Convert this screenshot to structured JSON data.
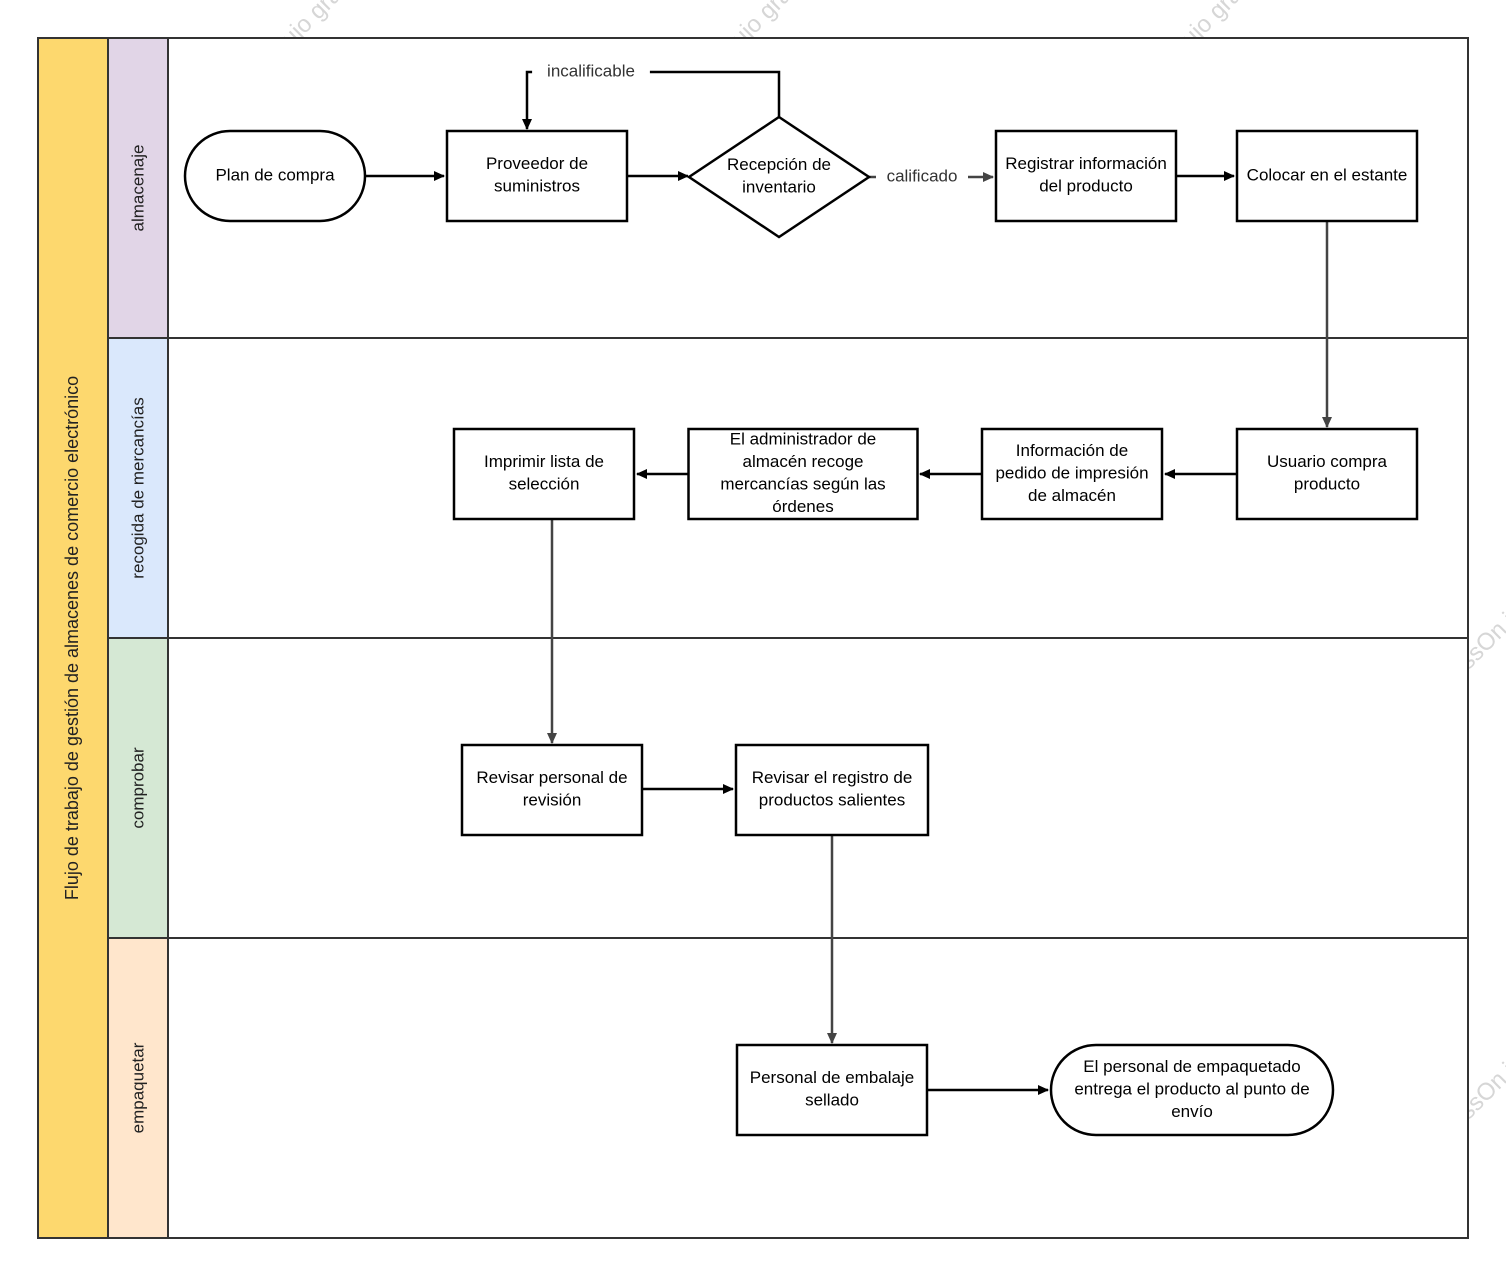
{
  "pool": {
    "title": "Flujo de trabajo de gestión de almacenes de comercio electrónico",
    "color": "#fdd86e"
  },
  "lanes": [
    {
      "id": "almacenaje",
      "label": "almacenaje",
      "color": "#e1d5e7"
    },
    {
      "id": "recogida",
      "label": "recogida de mercancías",
      "color": "#dae8fc"
    },
    {
      "id": "comprobar",
      "label": "comprobar",
      "color": "#d5e8d4"
    },
    {
      "id": "empaquetar",
      "label": "empaquetar",
      "color": "#ffe6cc"
    }
  ],
  "nodes": [
    {
      "id": "plan",
      "shape": "terminal",
      "lines": [
        "Plan de compra"
      ]
    },
    {
      "id": "proveedor",
      "shape": "process",
      "lines": [
        "Proveedor de",
        "suministros"
      ]
    },
    {
      "id": "recepcion",
      "shape": "decision",
      "lines": [
        "Recepción de",
        "inventario"
      ]
    },
    {
      "id": "registrar",
      "shape": "process",
      "lines": [
        "Registrar información",
        "del producto"
      ]
    },
    {
      "id": "colocar",
      "shape": "process",
      "lines": [
        "Colocar en el estante"
      ]
    },
    {
      "id": "usuario",
      "shape": "process",
      "lines": [
        "Usuario compra",
        "producto"
      ]
    },
    {
      "id": "informacion",
      "shape": "process",
      "lines": [
        "Información de",
        "pedido de impresión",
        "de almacén"
      ]
    },
    {
      "id": "administrador",
      "shape": "process",
      "lines": [
        "El administrador de",
        "almacén recoge",
        "mercancías según las",
        "órdenes"
      ]
    },
    {
      "id": "imprimir",
      "shape": "process",
      "lines": [
        "Imprimir lista de",
        "selección"
      ]
    },
    {
      "id": "revisar_personal",
      "shape": "process",
      "lines": [
        "Revisar personal de",
        "revisión"
      ]
    },
    {
      "id": "revisar_registro",
      "shape": "process",
      "lines": [
        "Revisar el registro de",
        "productos salientes"
      ]
    },
    {
      "id": "embalaje",
      "shape": "process",
      "lines": [
        "Personal de embalaje",
        "sellado"
      ]
    },
    {
      "id": "entrega",
      "shape": "terminal",
      "lines": [
        "El personal de empaquetado",
        "entrega el producto al punto de",
        "envío"
      ]
    }
  ],
  "edges": [
    {
      "id": "e1",
      "from": "plan",
      "to": "proveedor",
      "label": ""
    },
    {
      "id": "e2",
      "from": "proveedor",
      "to": "recepcion",
      "label": ""
    },
    {
      "id": "e3",
      "from": "recepcion",
      "to": "proveedor",
      "label": "incalificable"
    },
    {
      "id": "e4",
      "from": "recepcion",
      "to": "registrar",
      "label": "calificado"
    },
    {
      "id": "e5",
      "from": "registrar",
      "to": "colocar",
      "label": ""
    },
    {
      "id": "e6",
      "from": "colocar",
      "to": "usuario",
      "label": ""
    },
    {
      "id": "e7",
      "from": "usuario",
      "to": "informacion",
      "label": ""
    },
    {
      "id": "e8",
      "from": "informacion",
      "to": "administrador",
      "label": ""
    },
    {
      "id": "e9",
      "from": "administrador",
      "to": "imprimir",
      "label": ""
    },
    {
      "id": "e10",
      "from": "imprimir",
      "to": "revisar_personal",
      "label": ""
    },
    {
      "id": "e11",
      "from": "revisar_personal",
      "to": "revisar_registro",
      "label": ""
    },
    {
      "id": "e12",
      "from": "revisar_registro",
      "to": "embalaje",
      "label": ""
    },
    {
      "id": "e13",
      "from": "embalaje",
      "to": "entrega",
      "label": ""
    }
  ],
  "watermark": {
    "lines": [
      "ProcessOn.io Diagrama de flujo gratuito"
    ]
  }
}
